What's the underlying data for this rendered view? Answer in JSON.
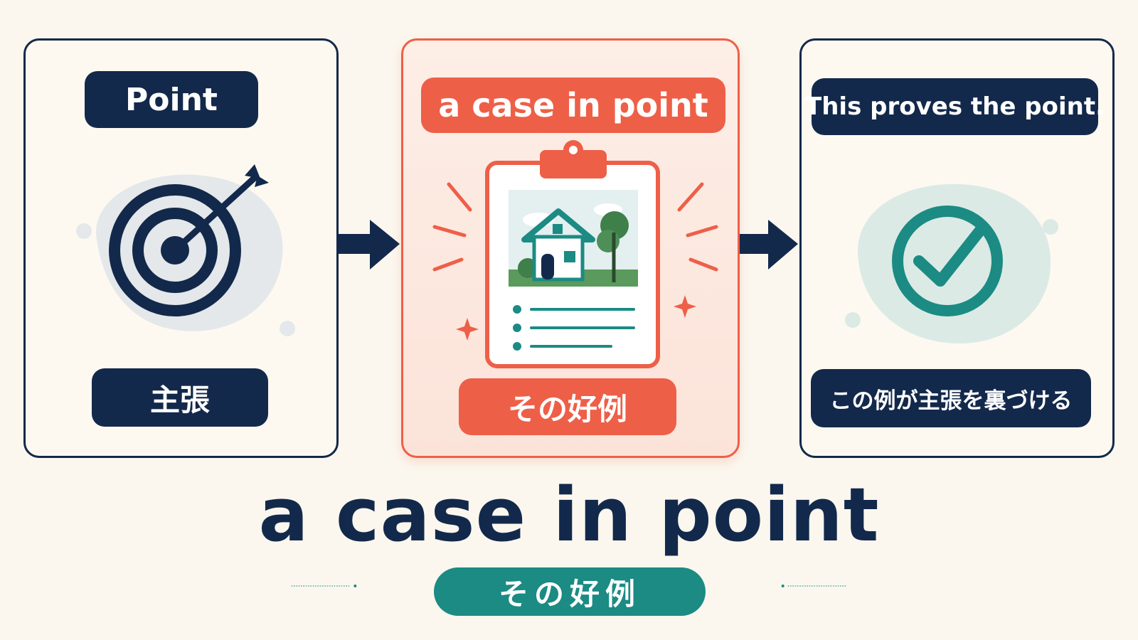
{
  "left_panel": {
    "top_label": "Point",
    "bottom_label": "主張"
  },
  "middle_panel": {
    "top_label": "a case in point",
    "bottom_label": "その好例"
  },
  "right_panel": {
    "top_label": "This proves the point.",
    "bottom_label": "この例が主張を裏づける"
  },
  "main_title": "a case in point",
  "subtitle": "その好例",
  "colors": {
    "navy": "#13294b",
    "coral": "#ee5f48",
    "teal": "#1b8b84",
    "background": "#fbf7ee"
  },
  "icons": {
    "left": "target-icon",
    "middle": "clipboard-example-icon",
    "right": "checkmark-circle-icon"
  }
}
